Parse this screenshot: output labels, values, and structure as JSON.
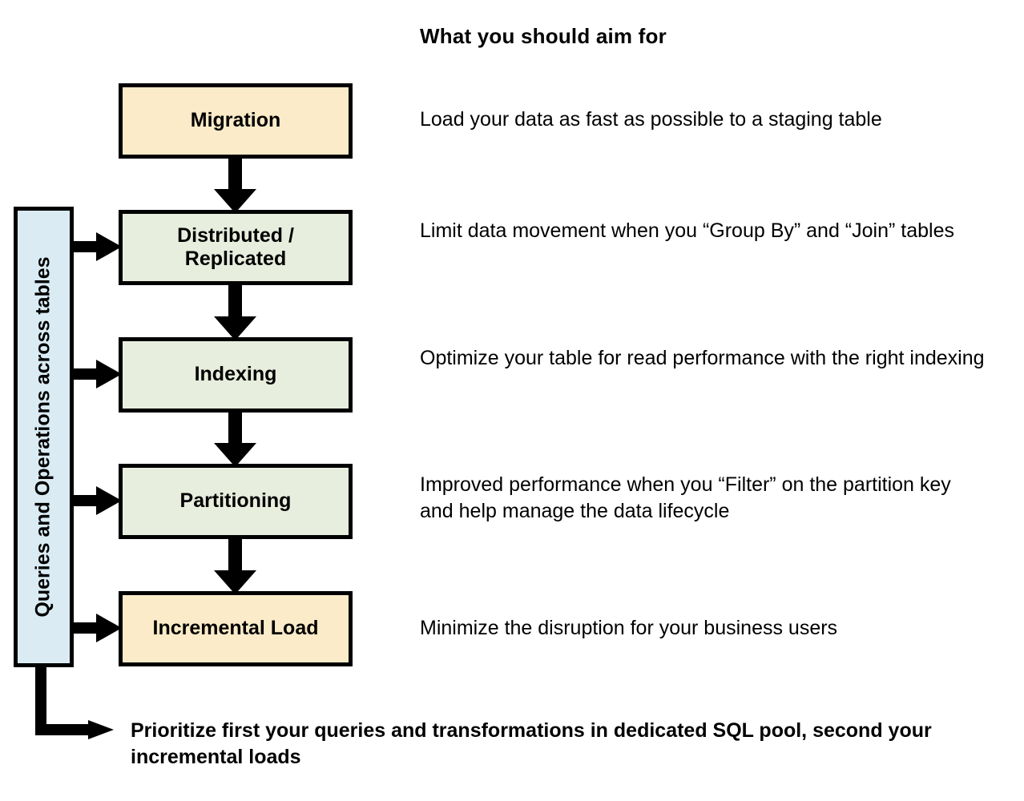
{
  "header": {
    "title": "What you should aim for"
  },
  "sidebar": {
    "label": "Queries and Operations across tables",
    "color": "#DAEBF3"
  },
  "colors": {
    "cream_box": "#FCEBC8",
    "green_box": "#E8EEDD",
    "sidebar_blue": "#DAEBF3",
    "outline": "#000000",
    "background": "#FFFFFF"
  },
  "flow": {
    "type": "vertical-flowchart",
    "steps": [
      {
        "id": "migration",
        "label": "Migration",
        "fill": "#FCEBC8",
        "description": "Load your data as fast as possible to a staging table",
        "has_sidebar_arrow": false
      },
      {
        "id": "distributed-replicated",
        "label": "Distributed /\nReplicated",
        "label_line_1": "Distributed /",
        "label_line_2": "Replicated",
        "fill": "#E8EEDD",
        "description": "Limit data movement when you “Group By” and “Join” tables",
        "has_sidebar_arrow": true
      },
      {
        "id": "indexing",
        "label": "Indexing",
        "fill": "#E8EEDD",
        "description": "Optimize your table for read performance with the right indexing",
        "has_sidebar_arrow": true
      },
      {
        "id": "partitioning",
        "label": "Partitioning",
        "fill": "#E8EEDD",
        "description": "Improved performance when you “Filter” on the partition key and help manage the data lifecycle",
        "has_sidebar_arrow": true
      },
      {
        "id": "incremental-load",
        "label": "Incremental Load",
        "fill": "#FCEBC8",
        "description": "Minimize the disruption for your business users",
        "has_sidebar_arrow": true
      }
    ]
  },
  "takeaway": {
    "text": "Prioritize first your queries and transformations in dedicated SQL pool, second your incremental loads"
  }
}
